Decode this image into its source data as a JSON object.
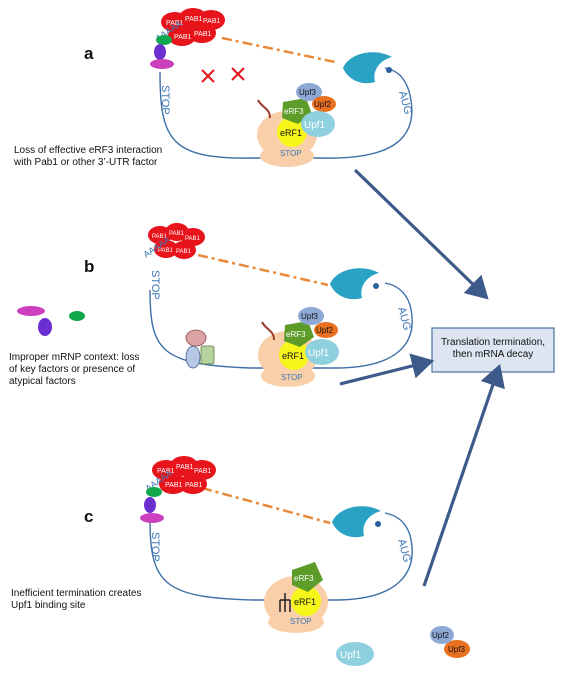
{
  "panels": [
    {
      "letter": "a",
      "caption": "Loss of effective eRF3 interaction\nwith Pab1 or other  3’-UTR factor"
    },
    {
      "letter": "b",
      "caption": "Improper mRNP context: loss\nof key factors or presence of\natypical factors"
    },
    {
      "letter": "c",
      "caption": "Inefficient termination creates\nUpf1 binding site"
    }
  ],
  "outcome_box": "Translation termination,\n then mRNA decay",
  "labels": {
    "pab1": "PAB1",
    "poly_a": "AAAAA",
    "stop": "STOP",
    "aug": "AUG",
    "erf1": "eRF1",
    "erf3": "eRF3",
    "upf1": "Upf1",
    "upf2": "Upf2",
    "upf3": "Upf3",
    "cross_mark": "x"
  },
  "colors": {
    "mrna_line": "#3d6fa8",
    "pab1": "#e8141b",
    "poly_a_text": "#3a78b8",
    "ribosome": "#f9cfa9",
    "erf1": "#f6f61a",
    "erf3": "#5e9c2a",
    "upf1": "#8fd0de",
    "upf2": "#e8701e",
    "upf3": "#8ea9d6",
    "cap": "#2aa2c4",
    "dash": "#e88a3a",
    "magenta_factor": "#cc3fbe",
    "purple_factor": "#6b2fd0",
    "green_factor": "#11a84d",
    "arrow": "#3c5a8a",
    "box_fill": "#dce5f1",
    "box_border": "#4a6e9e",
    "cross": "#e8141b"
  }
}
